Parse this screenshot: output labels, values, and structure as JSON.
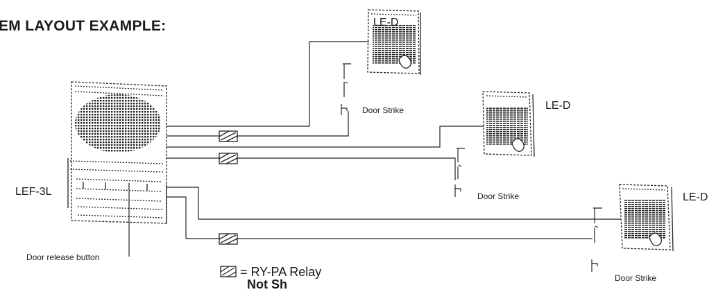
{
  "title": "EM LAYOUT EXAMPLE:",
  "master_station": {
    "label": "LEF-3L",
    "callout": "Door release button"
  },
  "stations": [
    {
      "label": "LE-D",
      "strike_label": "Door Strike"
    },
    {
      "label": "LE-D",
      "strike_label": "Door Strike"
    },
    {
      "label": "LE-D",
      "strike_label": "Door Strike"
    }
  ],
  "legend": {
    "text": "= RY-PA Relay",
    "note": "Not Sh"
  },
  "colors": {
    "line": "#1a1a1a",
    "background": "#ffffff"
  }
}
